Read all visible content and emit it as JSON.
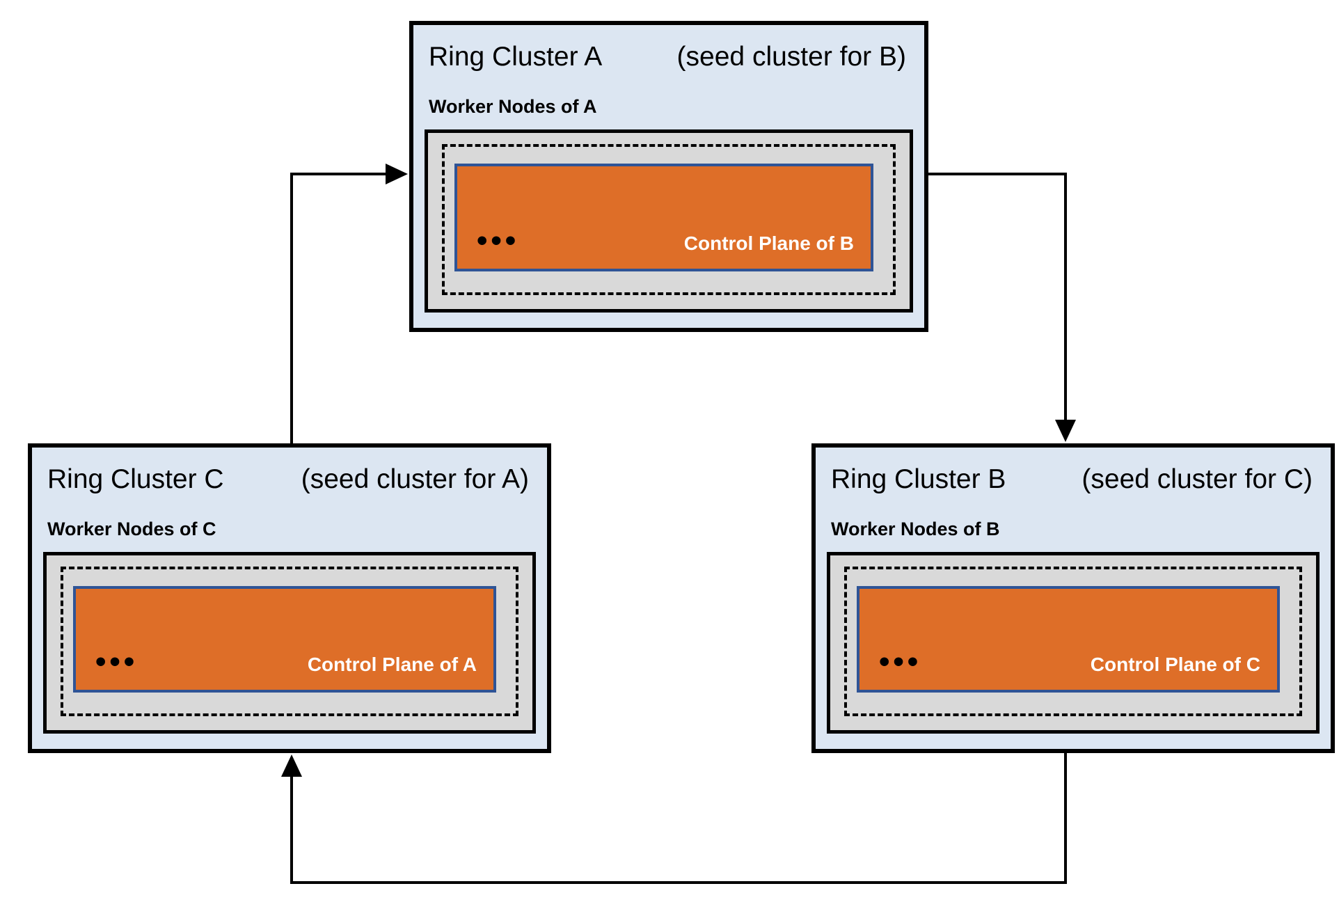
{
  "diagram_title": "ring-cluster-seed-topology",
  "colors": {
    "cluster_fill": "#dce6f2",
    "cluster_border": "#000000",
    "worker_fill": "#d9d9d9",
    "control_plane_fill": "#de6e28",
    "control_plane_border": "#2f5496",
    "control_plane_text": "#ffffff",
    "arrow_color": "#000000",
    "text_color": "#000000"
  },
  "clusters": {
    "a": {
      "title": "Ring Cluster A",
      "subtitle": "(seed cluster for B)",
      "worker_label": "Worker Nodes of A",
      "control_plane_label": "Control Plane of B",
      "dots": "•••"
    },
    "c": {
      "title": "Ring Cluster C",
      "subtitle": "(seed cluster for A)",
      "worker_label": "Worker Nodes of C",
      "control_plane_label": "Control Plane of A",
      "dots": "•••"
    },
    "b": {
      "title": "Ring Cluster B",
      "subtitle": "(seed cluster for C)",
      "worker_label": "Worker Nodes of B",
      "control_plane_label": "Control Plane of C",
      "dots": "•••"
    }
  },
  "arrows": [
    {
      "from": "Ring Cluster C",
      "to": "Ring Cluster A"
    },
    {
      "from": "Ring Cluster A",
      "to": "Ring Cluster B"
    },
    {
      "from": "Ring Cluster B",
      "to": "Ring Cluster C"
    }
  ]
}
